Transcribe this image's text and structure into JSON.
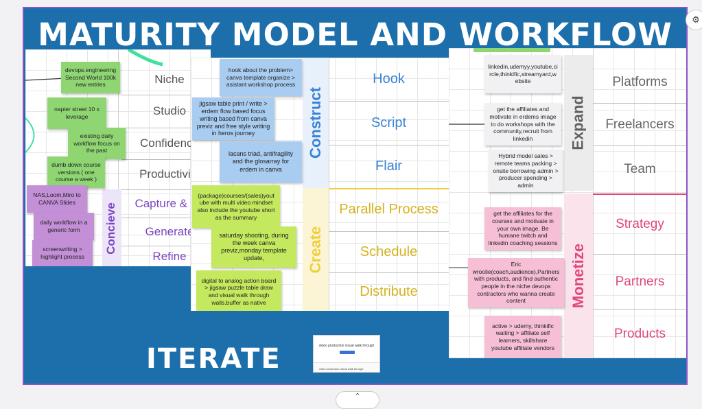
{
  "title": "MATURITY MODEL AND WORKFLOW",
  "iterate": "ITERATE",
  "colors": {
    "frame_border": "#8a55c6",
    "background": "#1d6fac",
    "conceive": "#7b45c2",
    "construct": "#3a83d6",
    "create": "#f0ce3a",
    "expand": "#606060",
    "monetize": "#e0467c"
  },
  "left": {
    "rows": [
      "Niche",
      "Studio",
      "Confidence",
      "Productivity"
    ],
    "conceive_label": "Concieve",
    "conceive_rows": [
      "Capture & Fir",
      "Generate",
      "Refine"
    ],
    "stickies": [
      "devops.engineering Second World 100k new entries",
      "napier street 10 x leverage",
      "existing daily workflow focus on the past",
      "dumb down course versions ( one course a week )",
      "NAS,Loom,Miro to CANVA Slides",
      "daily workflow in a generic form",
      "screenwriting > highlight process"
    ]
  },
  "middle": {
    "construct_label": "Construct",
    "construct_rows": [
      "Hook",
      "Script",
      "Flair"
    ],
    "create_label": "Create",
    "create_rows": [
      "Parallel Process",
      "Schedule",
      "Distribute"
    ],
    "stickies": [
      "hook about the problem> canva template organize > asistant workshop process",
      "jigsaw table print / write > erdem flow based focus writing based from canva previz and free style writing in heros journey",
      "lacans triad, antifragility and the glosarray for erdem in canva",
      "(package)courses/(sales)yout ube with multi video mindset also include the youtube short as the summary",
      "saturday shooting, during the week canva previz,monday template update,",
      "digital to analog action board > jigsaw puzzle table draw and visual walk through walls.buffer as native"
    ]
  },
  "right": {
    "expand_label": "Expand",
    "expand_rows": [
      "Platforms",
      "Freelancers",
      "Team"
    ],
    "monetize_label": "Monetize",
    "monetize_rows": [
      "Strategy",
      "Partners",
      "Products"
    ],
    "stickies": [
      "linkedin,udemyy,youtube,ci rcle,thinkific,streamyard,w ebsite",
      "get the affiliates and motivate in erdems image to do workshops with the community,recruit from linkedin",
      "Hybrid model sales > remote teams packing > onsite borrowing admin > producer spending > admin",
      "get the affiliates for the courses and motivate in your own image. Be humane twitch and linkedin coaching sessions",
      "Eric wroolie(coach,audience),Partners with products, and find authentic people in the niche devops contractors who wanna create content",
      "active > udemy, thinkific waiting > affiliate self learners, skillshare youtube affiliate vendors"
    ]
  },
  "thumbnail": {
    "caption": "video production visual walk through",
    "footer": "video production visual walk through"
  },
  "ui": {
    "corner_icon": "settings-icon",
    "bottom_icon": "chevron-up-icon"
  }
}
